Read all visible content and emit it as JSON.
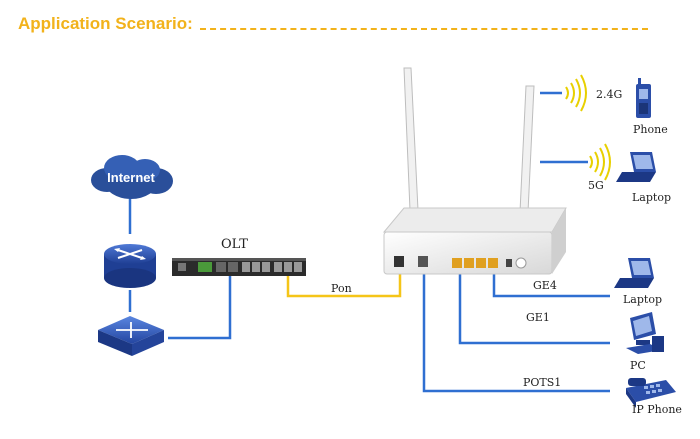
{
  "header": {
    "title": "Application Scenario:"
  },
  "nodes": {
    "internet": "Internet",
    "olt": "OLT"
  },
  "links": {
    "pon": "Pon",
    "ge4": "GE4",
    "ge1": "GE1",
    "pots1": "POTS1"
  },
  "wifi": {
    "band_24": "2.4G",
    "band_5": "5G"
  },
  "devices": {
    "phone": "Phone",
    "laptop_wifi": "Laptop",
    "laptop_wired": "Laptop",
    "pc": "PC",
    "ip_phone": "IP Phone"
  },
  "colors": {
    "title": "#f2b21b",
    "wire_blue": "#2f6fd1",
    "wire_pon": "#f5c518",
    "device_blue": "#2b4ea8",
    "cloud": "#2a4f9a"
  }
}
